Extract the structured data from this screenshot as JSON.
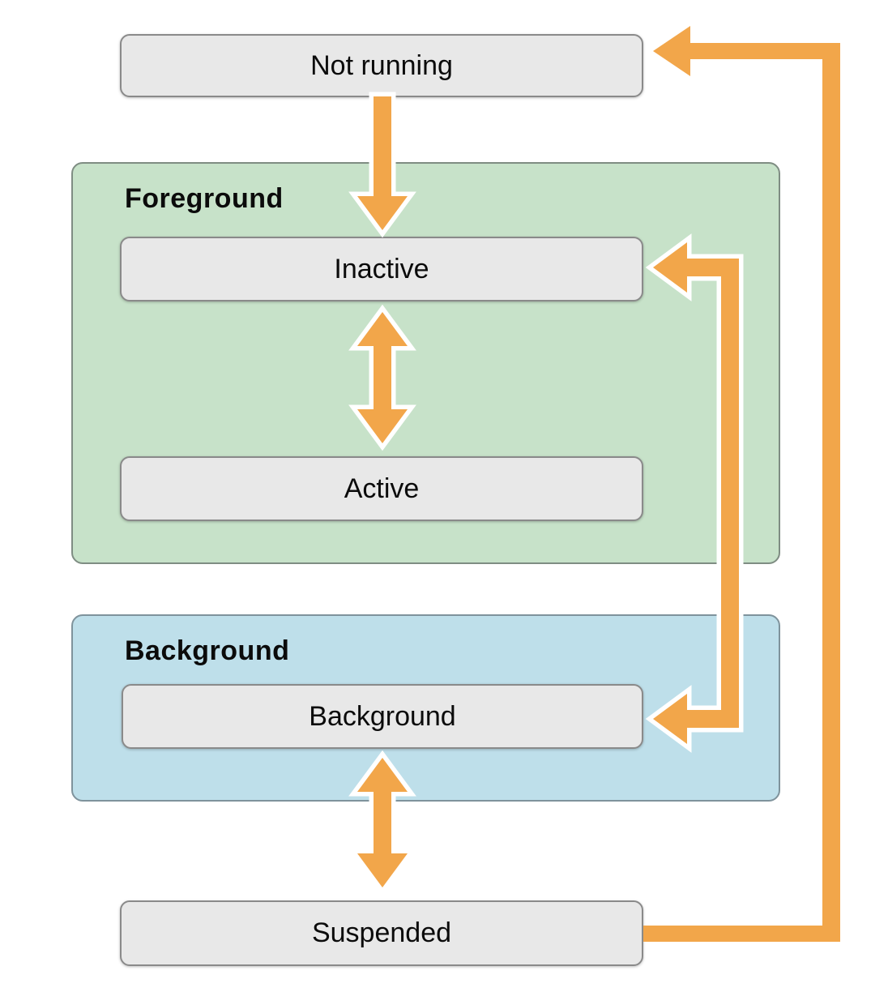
{
  "colors": {
    "canvas": "#ffffff",
    "arrow": "#f2a64a",
    "foreground_fill": "#c7e2c9",
    "foreground_border": "#7f8d83",
    "background_fill": "#bedfea",
    "background_border": "#7f939c",
    "state_fill": "#e8e8e8",
    "state_border": "#8a8a8a",
    "text": "#0b0b0b"
  },
  "containers": {
    "foreground": {
      "label": "Foreground"
    },
    "background": {
      "label": "Background"
    }
  },
  "states": {
    "not_running": {
      "label": "Not running"
    },
    "inactive": {
      "label": "Inactive"
    },
    "active": {
      "label": "Active"
    },
    "background": {
      "label": "Background"
    },
    "suspended": {
      "label": "Suspended"
    }
  },
  "transitions": [
    {
      "from": "Not running",
      "to": "Inactive",
      "bidirectional": false,
      "style": "straight-down, white outlined"
    },
    {
      "from": "Inactive",
      "to": "Active",
      "bidirectional": true,
      "style": "vertical double arrow, white outlined"
    },
    {
      "from": "Inactive",
      "to": "Background",
      "bidirectional": true,
      "style": "right-side elbow bracket, white outlined"
    },
    {
      "from": "Background",
      "to": "Suspended",
      "bidirectional": true,
      "style": "vertical double arrow, white outlined"
    },
    {
      "from": "Suspended",
      "to": "Not running",
      "bidirectional": false,
      "style": "outer right-side elbow bracket"
    }
  ]
}
